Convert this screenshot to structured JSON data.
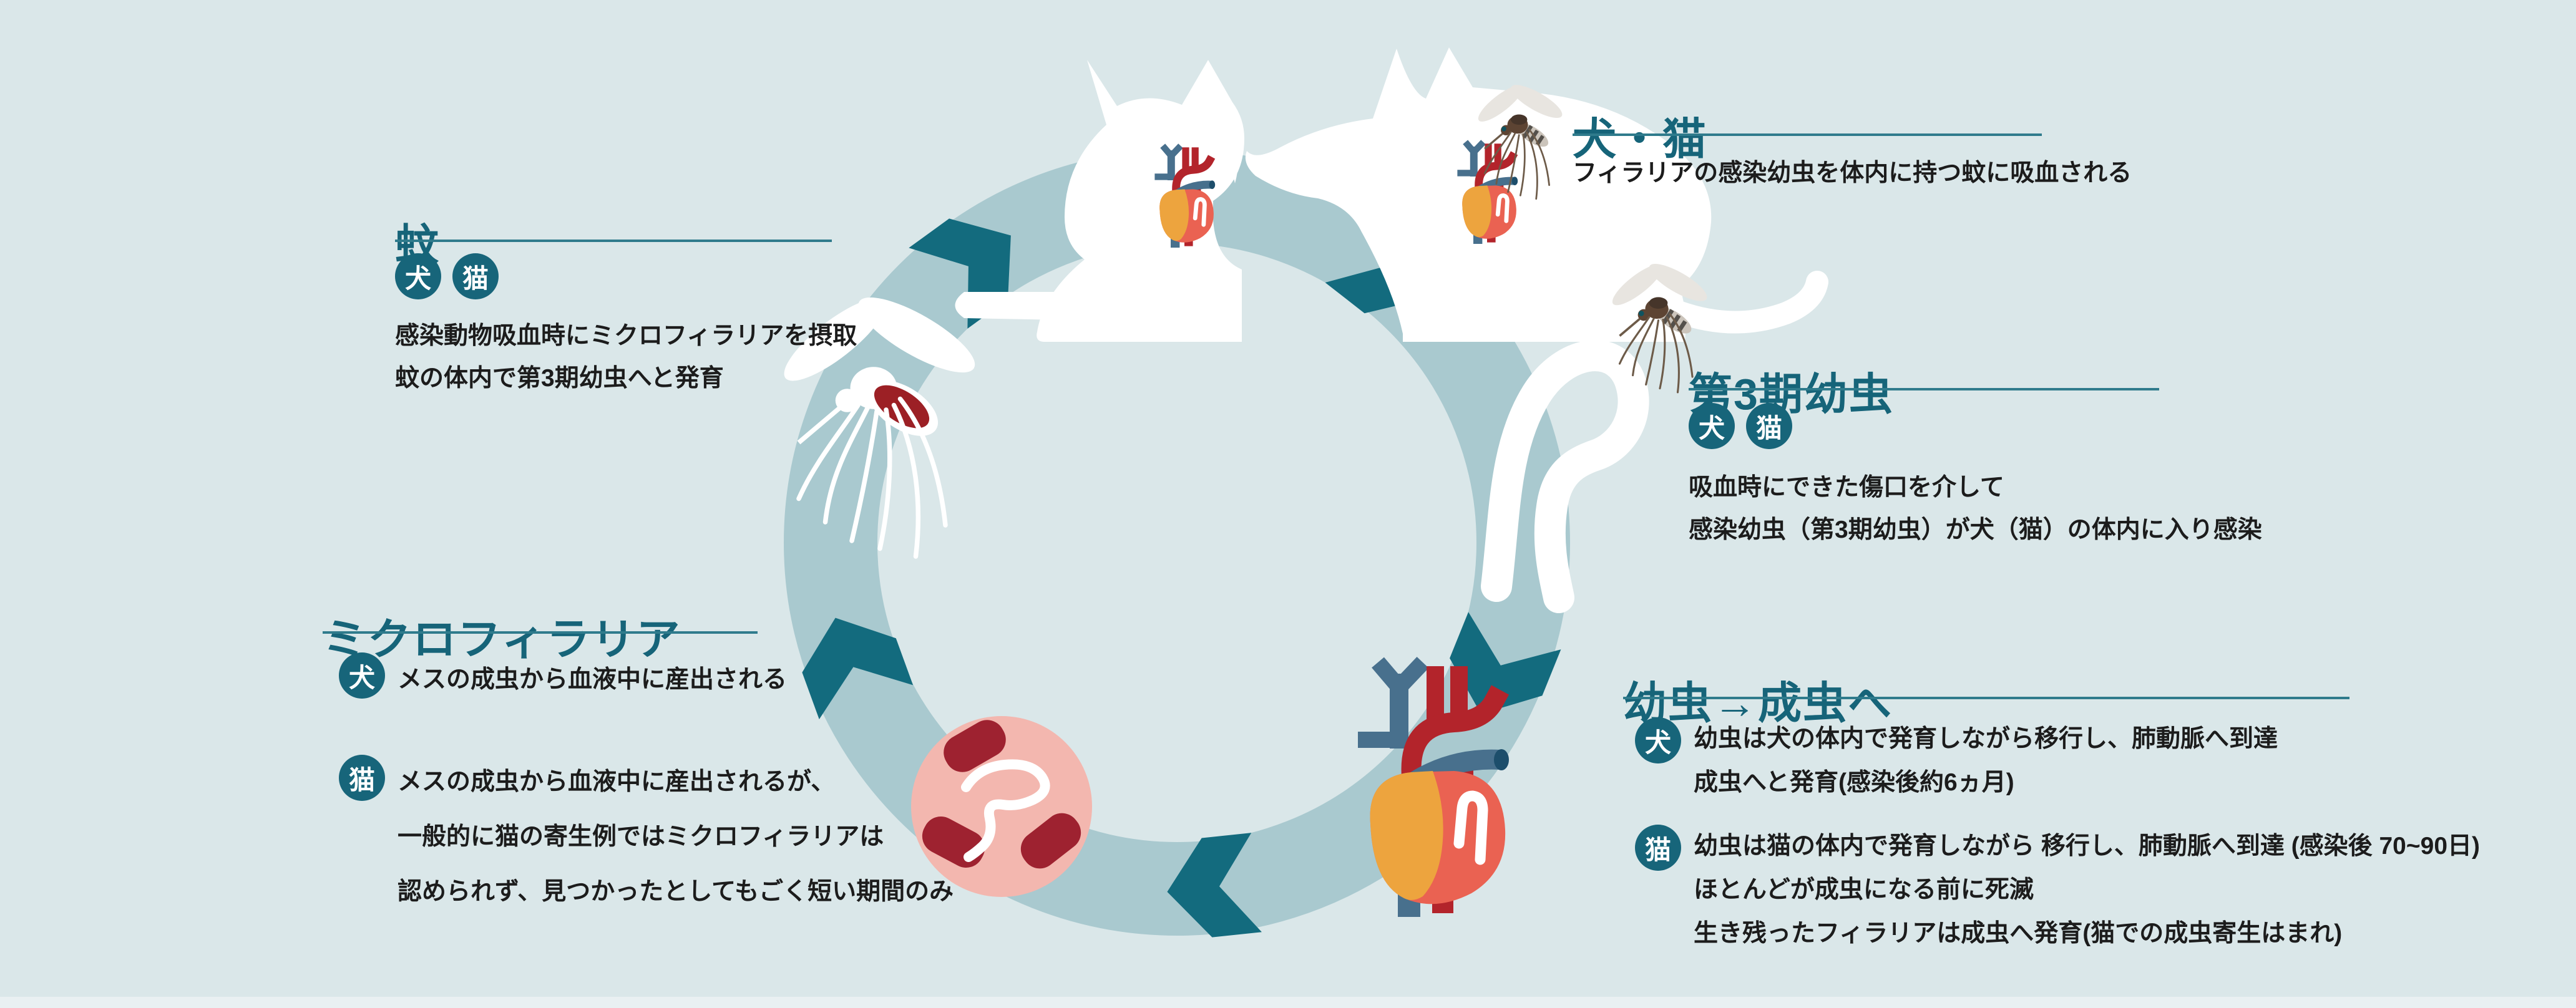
{
  "palette": {
    "background": "#dae7e9",
    "ring": "#a9c9cf",
    "accent_teal": "#136b7e",
    "heading": "#166479",
    "underline": "#2f7b8c",
    "badge": "#17657a",
    "text": "#1c1c1c",
    "white": "#ffffff",
    "heart_orange": "#eda43e",
    "heart_salmon": "#ea6252",
    "vessel_blue": "#48708d",
    "vessel_red": "#b3242b",
    "vessel_cap": "#1d4e6b",
    "cell_pink": "#f3b7af",
    "cell_red": "#9e2230",
    "blood_red": "#9c2025",
    "mosquito_brown": "#5d4433",
    "mosquito_brown_dark": "#46352a",
    "mosquito_wing": "#e8e5e0",
    "mosquito_band_light": "#cbc4bb",
    "mosquito_band_dark": "#54504b",
    "mosquito_leg": "#6d5b49",
    "mosquito_eye": "#0e5360",
    "edge_strip": "#edf3f4"
  },
  "badges": {
    "dog": "犬",
    "cat": "猫"
  },
  "blocks": {
    "mosquito": {
      "heading": "蚊",
      "lines": [
        "感染動物吸血時にミクロフィラリアを摂取",
        "蚊の体内で第3期幼虫へと発育"
      ]
    },
    "dog_cat": {
      "heading": "犬・猫",
      "lines": [
        "フィラリアの感染幼虫を体内に持つ蚊に吸血される"
      ]
    },
    "stage3_larva": {
      "heading": "第3期幼虫",
      "lines": [
        "吸血時にできた傷口を介して",
        "感染幼虫（第3期幼虫）が犬（猫）の体内に入り感染"
      ]
    },
    "microfilaria": {
      "heading": "ミクロフィラリア",
      "dog_lines": [
        "メスの成虫から血液中に産出される"
      ],
      "cat_lines": [
        "メスの成虫から血液中に産出されるが、",
        "一般的に猫の寄生例ではミクロフィラリアは",
        "認められず、見つかったとしてもごく短い期間のみ"
      ]
    },
    "larva_to_adult": {
      "heading": "幼虫→成虫へ",
      "dog_lines": [
        "幼虫は犬の体内で発育しながら移行し、肺動脈へ到達",
        "成虫へと発育(感染後約6ヵ月)"
      ],
      "cat_lines": [
        "幼虫は猫の体内で発育しながら 移行し、肺動脈へ到達 (感染後 70~90日)",
        "ほとんどが成虫になる前に死滅",
        "生き残ったフィラリアは成虫へ発育(猫での成虫寄生はまれ)"
      ]
    }
  },
  "icons": {
    "lifecycle-ring": "large circular band with clockwise chevron arrows",
    "cycle-arrow-chevron": "dark teal chevron arrow on ring",
    "cat-silhouette": "white sitting cat",
    "dog-silhouette": "white sitting dog",
    "heart-icon": "stylized heart with vessels (orange/red)",
    "heart-worm": "white adult filaria worm inside heart",
    "blood-vessel-circle": "pink circle with red blood cells and microfilaria",
    "mosquito-white-icon": "white mosquito with blood-filled abdomen",
    "mosquito-brown-icon": "brown striped mosquito",
    "l3-larva-worm": "large white third-stage larva"
  }
}
